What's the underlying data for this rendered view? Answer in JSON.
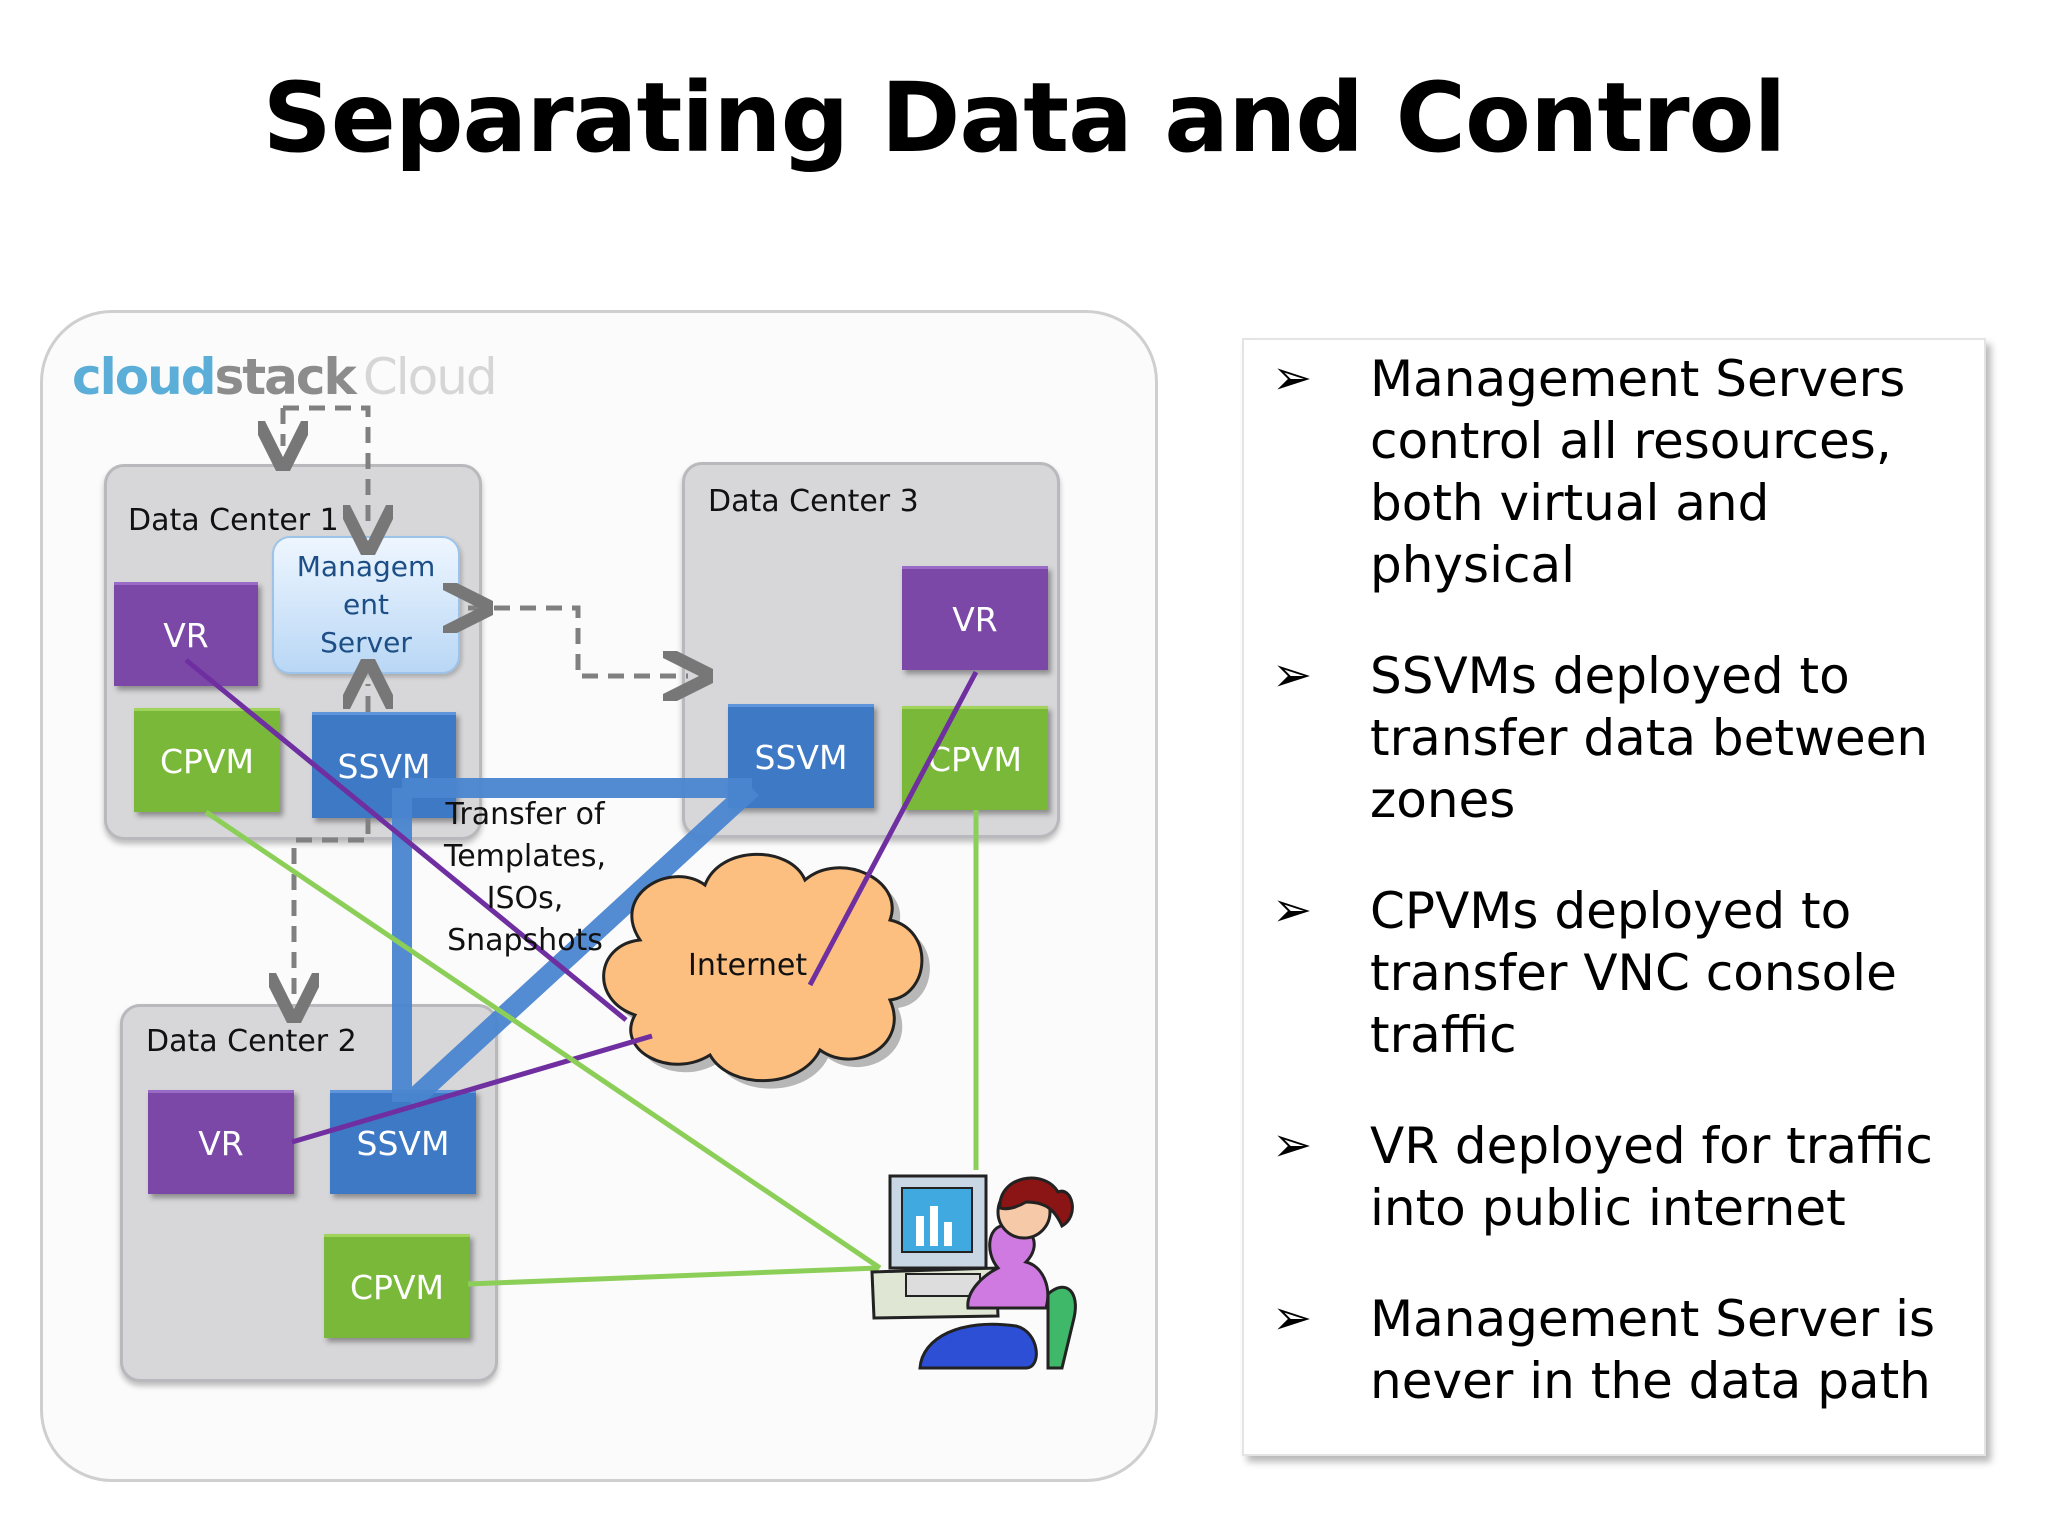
{
  "title": "Separating Data and Control",
  "logo": {
    "part1": "cloud",
    "part2": "stack",
    "part3": "Cloud"
  },
  "datacenters": {
    "dc1": {
      "label": "Data Center 1",
      "vr": "VR",
      "cpvm": "CPVM",
      "ssvm": "SSVM",
      "mgmt_line1": "Managem",
      "mgmt_line2": "ent",
      "mgmt_line3": "Server"
    },
    "dc2": {
      "label": "Data Center 2",
      "vr": "VR",
      "ssvm": "SSVM",
      "cpvm": "CPVM"
    },
    "dc3": {
      "label": "Data Center 3",
      "vr": "VR",
      "ssvm": "SSVM",
      "cpvm": "CPVM"
    }
  },
  "transfer_label": {
    "line1": "Transfer of",
    "line2": "Templates,",
    "line3": "ISOs,",
    "line4": "Snapshots"
  },
  "internet_label": "Internet",
  "bullets": [
    {
      "arrow": "➢",
      "text": "Management Servers control all resources, both virtual and physical"
    },
    {
      "arrow": "➢",
      "text": "SSVMs deployed to transfer data between zones"
    },
    {
      "arrow": "➢",
      "text": "CPVMs deployed to transfer VNC console traffic"
    },
    {
      "arrow": "➢",
      "text": "VR deployed for traffic into public internet"
    },
    {
      "arrow": "➢",
      "text": "Management Server is never in the data path"
    }
  ],
  "colors": {
    "vr": "#7b48a8",
    "cpvm": "#7ab83a",
    "ssvm": "#3e79c6",
    "ssvm_link": "#4a86d0",
    "vr_link": "#6f2fa0",
    "cpvm_link": "#8ccf58",
    "internet": "#fdbf7f"
  }
}
